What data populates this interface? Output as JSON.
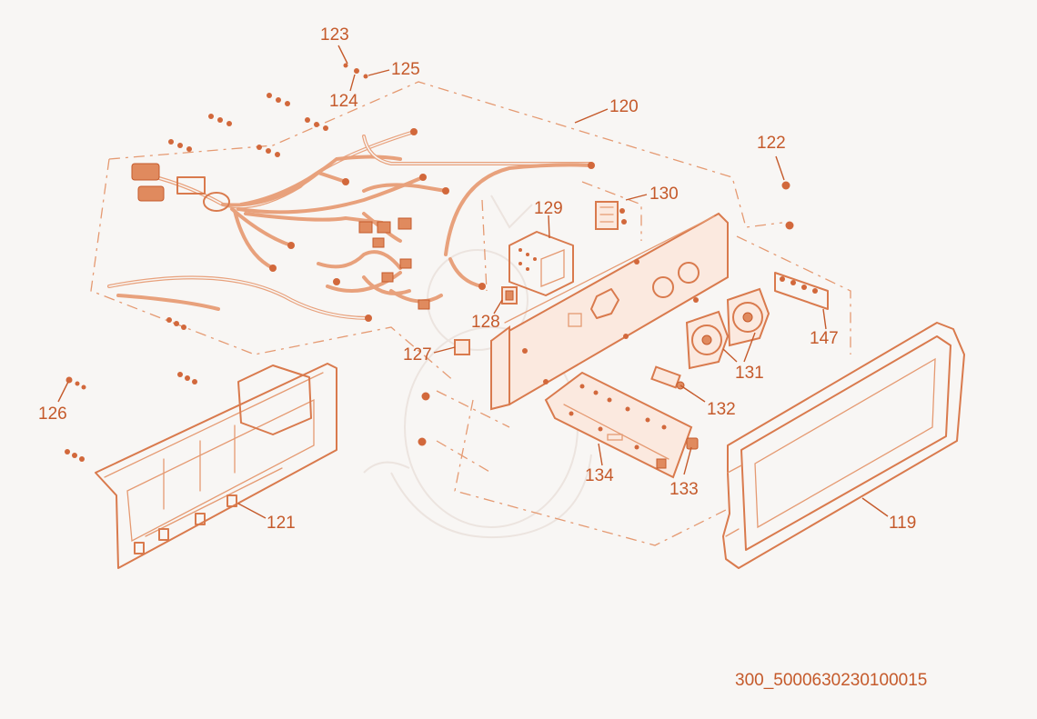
{
  "diagram": {
    "identifier": "300_5000630230100015",
    "callouts": [
      "119",
      "120",
      "121",
      "122",
      "123",
      "124",
      "125",
      "126",
      "127",
      "128",
      "129",
      "130",
      "131",
      "132",
      "133",
      "134",
      "147"
    ],
    "colors": {
      "line": "#d97a4d",
      "text": "#c55a2b",
      "background": "#f8f6f4"
    }
  }
}
